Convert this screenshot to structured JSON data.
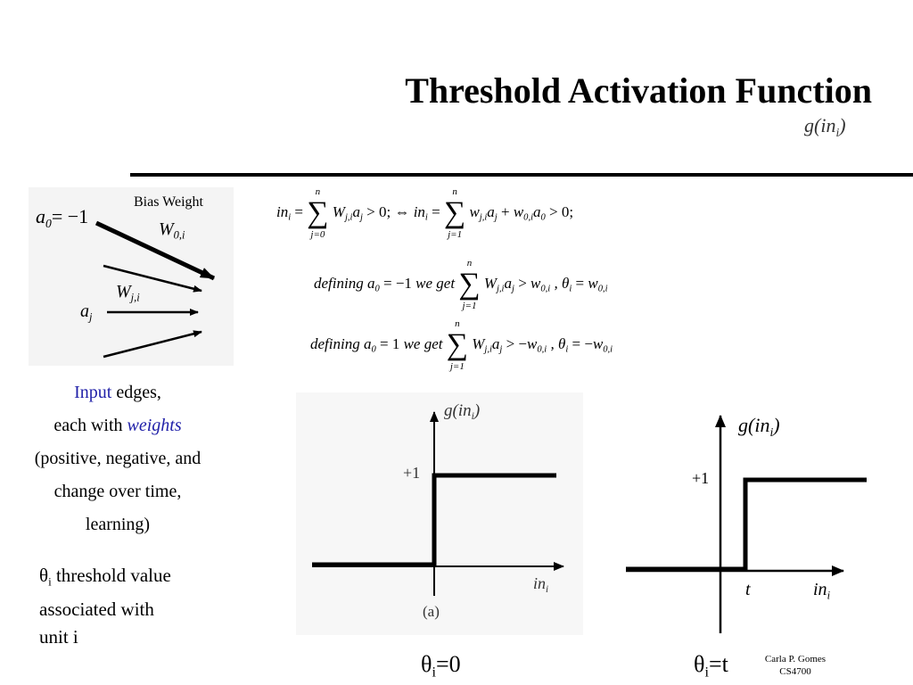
{
  "title": "Threshold Activation Function",
  "g_label": {
    "fn": "g",
    "arg": "in",
    "sub": "i"
  },
  "left_figure": {
    "a0_label": "a",
    "a0_sub": "0",
    "a0_value": "= −1",
    "bias_weight": "Bias Weight",
    "W0i": "W",
    "W0i_sub": "0,i",
    "Wji": "W",
    "Wji_sub": "j,i",
    "aj": "a",
    "aj_sub": "j"
  },
  "equations": {
    "eq1_left": "in",
    "eq1_mid": "⇔",
    "eq2_prefix": "defining",
    "eq2_value": "= −1",
    "eq2_mid": "we  get",
    "eq3_prefix": "defining",
    "eq3_value": "= 1",
    "eq3_mid": "we  get"
  },
  "caption": {
    "input": "Input",
    "edges": " edges,",
    "line2_pre": "each with ",
    "weights": "weights",
    "line3": "(positive, negative, and",
    "line4": "change over time,",
    "line5": "learning)"
  },
  "theta_note": {
    "theta": "θ",
    "sub": "i",
    "line1_rest": " threshold value",
    "line2": "associated with",
    "line3": "unit i"
  },
  "plot_a": {
    "y_label_fn": "g",
    "y_label_arg": "in",
    "y_label_sub": "i",
    "plus_one": "+1",
    "x_label": "in",
    "x_sub": "i",
    "tag": "(a)"
  },
  "plot_b": {
    "y_label_fn": "g",
    "y_label_arg": "in",
    "y_label_sub": "i",
    "plus_one": "+1",
    "t_label": "t",
    "x_label": "in",
    "x_sub": "i"
  },
  "theta_a": {
    "theta": "θ",
    "sub": "i",
    "rest": "=0"
  },
  "theta_b": {
    "theta": "θ",
    "sub": "i",
    "rest": "=t"
  },
  "credit": {
    "line1": "Carla P. Gomes",
    "line2": "CS4700"
  }
}
